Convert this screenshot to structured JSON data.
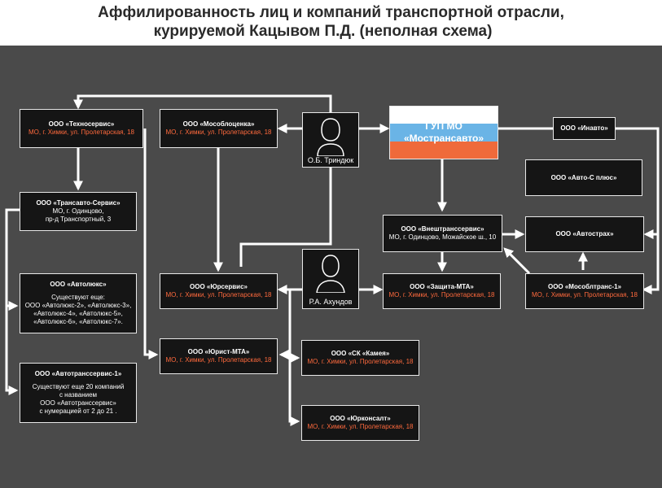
{
  "title": {
    "line1": "Аффилированность лиц и компаний транспортной отрасли,",
    "line2": "курируемой Кацывом П.Д. (неполная схема)"
  },
  "nodes": {
    "tekhnoservis": {
      "name": "ООО «Техносервис»",
      "addr": "МО, г. Химки, ул. Пролетарская, 18"
    },
    "mosoblotsenka": {
      "name": "ООО «Мособлоценка»",
      "addr": "МО, г. Химки, ул. Пролетарская, 18"
    },
    "trindyuk": {
      "name": "О.Б. Триндюк"
    },
    "gup": {
      "line1": "ГУП МО",
      "line2": "«Мострансавто»"
    },
    "inavto": {
      "name": "ООО «Инавто»"
    },
    "avto_s_plus": {
      "name": "ООО «Авто-С плюс»"
    },
    "transavto": {
      "name": "ООО «Трансавто-Сервис»",
      "addr1": "МО, г. Одинцово,",
      "addr2": "пр-д Транспортный, 3"
    },
    "vneshtrans": {
      "name": "ООО «Внештранссервис»",
      "addr": "МО, г. Одинцово, Можайское ш., 10"
    },
    "avtostrakh": {
      "name": "ООО «Автострах»"
    },
    "avtolyuks": {
      "name": "ООО «Автолюкс»",
      "l1": "Существуют еще:",
      "l2": "ООО «Автолюкс-2», «Автолюкс-3»,",
      "l3": "«Автолюкс-4», «Автолюкс-5»,",
      "l4": "«Автолюкс-6», «Автолюкс-7»."
    },
    "yurservis": {
      "name": "ООО «Юрсервис»",
      "addr": "МО, г. Химки, ул. Пролетарская, 18"
    },
    "akhundov": {
      "name": "Р.А. Ахундов"
    },
    "zashchita": {
      "name": "ООО «Защита-МТА»",
      "addr": "МО, г. Химки, ул. Пролетарская, 18"
    },
    "mosobltrans": {
      "name": "ООО «Мособлтранс-1»",
      "addr": "МО, г. Химки, ул. Пролетарская, 18"
    },
    "yurist": {
      "name": "ООО «Юрист-МТА»",
      "addr": "МО, г. Химки, ул. Пролетарская, 18"
    },
    "sk_kameya": {
      "name": "ООО «СК «Камея»",
      "addr": "МО, г. Химки, ул. Пролетарская, 18"
    },
    "avtotrans": {
      "name": "ООО «Автотранссервис-1»",
      "l1": "Существуют еще 20 компаний",
      "l2": "с названием",
      "l3": "ООО «Автотранссервис»",
      "l4": "с нумерацией от 2 до 21 ."
    },
    "yurkonsalt": {
      "name": "ООО «Юрконсалт»",
      "addr": "МО, г. Химки, ул. Пролетарская, 18"
    }
  },
  "colors": {
    "background": "#4a4a4a",
    "box": "#151515",
    "address": "#ff6a3d",
    "flag_white": "#ffffff",
    "flag_blue": "#6ab4e6",
    "flag_red": "#ef6a3b"
  }
}
